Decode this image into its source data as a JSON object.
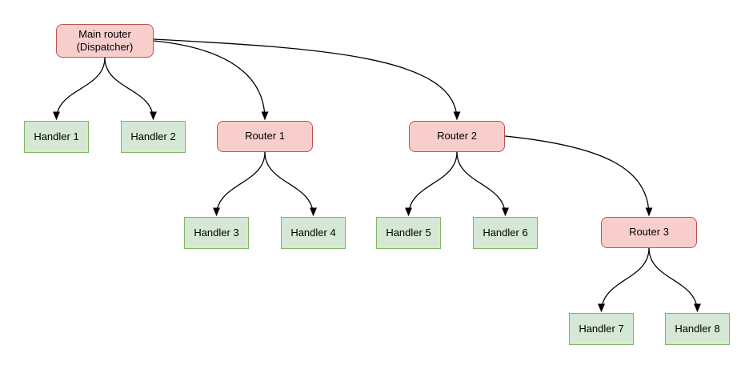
{
  "diagram": {
    "nodes": [
      {
        "id": "main-router",
        "type": "router",
        "label": "Main router\n(Dispatcher)"
      },
      {
        "id": "handler-1",
        "type": "handler",
        "label": "Handler 1"
      },
      {
        "id": "handler-2",
        "type": "handler",
        "label": "Handler 2"
      },
      {
        "id": "router-1",
        "type": "router",
        "label": "Router 1"
      },
      {
        "id": "router-2",
        "type": "router",
        "label": "Router 2"
      },
      {
        "id": "handler-3",
        "type": "handler",
        "label": "Handler 3"
      },
      {
        "id": "handler-4",
        "type": "handler",
        "label": "Handler 4"
      },
      {
        "id": "handler-5",
        "type": "handler",
        "label": "Handler 5"
      },
      {
        "id": "handler-6",
        "type": "handler",
        "label": "Handler 6"
      },
      {
        "id": "router-3",
        "type": "router",
        "label": "Router 3"
      },
      {
        "id": "handler-7",
        "type": "handler",
        "label": "Handler 7"
      },
      {
        "id": "handler-8",
        "type": "handler",
        "label": "Handler 8"
      }
    ],
    "edges": [
      {
        "from": "main-router",
        "to": "handler-1"
      },
      {
        "from": "main-router",
        "to": "handler-2"
      },
      {
        "from": "main-router",
        "to": "router-1"
      },
      {
        "from": "main-router",
        "to": "router-2"
      },
      {
        "from": "router-1",
        "to": "handler-3"
      },
      {
        "from": "router-1",
        "to": "handler-4"
      },
      {
        "from": "router-2",
        "to": "handler-5"
      },
      {
        "from": "router-2",
        "to": "handler-6"
      },
      {
        "from": "router-2",
        "to": "router-3"
      },
      {
        "from": "router-3",
        "to": "handler-7"
      },
      {
        "from": "router-3",
        "to": "handler-8"
      }
    ],
    "colors": {
      "router_fill": "#f8cecc",
      "router_border": "#b85450",
      "handler_fill": "#d5e8d4",
      "handler_border": "#82b366",
      "edge": "#000000",
      "background": "#ffffff"
    }
  }
}
